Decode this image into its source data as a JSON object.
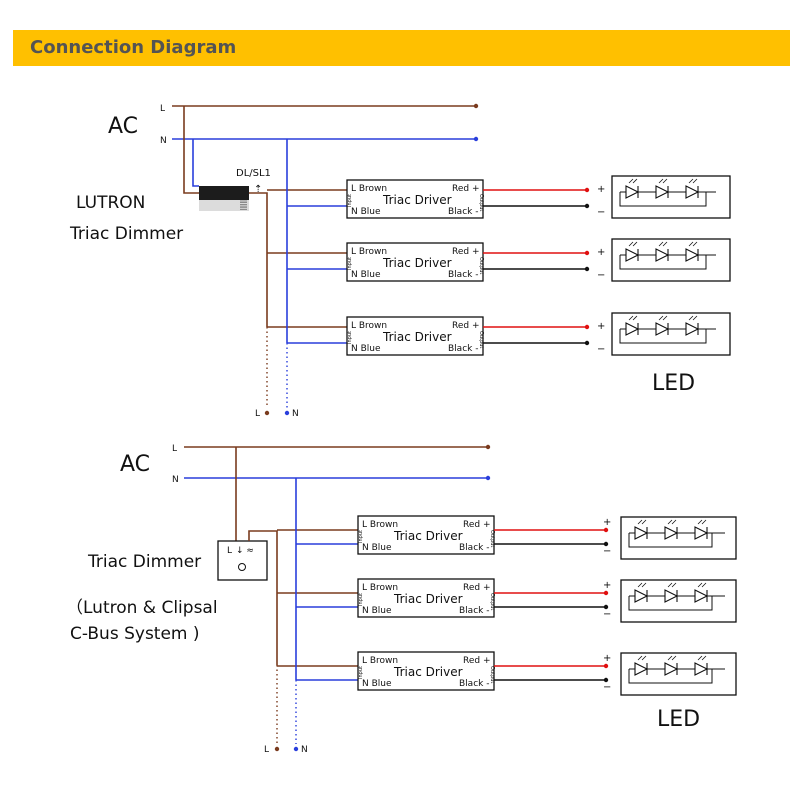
{
  "header": {
    "title": "Connection Diagram",
    "bg_color": "#ffc000"
  },
  "diagram1": {
    "ac_label": "AC",
    "line_label": "L",
    "neutral_label": "N",
    "dimmer_brand": "LUTRON",
    "dimmer_type": "Triac Dimmer",
    "dimmer_terminal": "DL/SL1",
    "led_label": "LED",
    "bottom_l": "L",
    "bottom_n": "N"
  },
  "diagram2": {
    "ac_label": "AC",
    "line_label": "L",
    "neutral_label": "N",
    "dimmer_type": "Triac Dimmer",
    "dimmer_note_1": "（Lutron & Clipsal",
    "dimmer_note_2": "C-Bus System )",
    "dimmer_terminal_l": "L",
    "led_label": "LED",
    "bottom_l": "L",
    "bottom_n": "N"
  },
  "driver": {
    "title": "Triac Driver",
    "in_l": "L Brown",
    "in_n": "N Blue",
    "out_pos": "Red +",
    "out_neg": "Black -",
    "input_tag": "Input",
    "output_tag": "Output"
  },
  "led": {
    "plus": "+",
    "minus": "−"
  },
  "colors": {
    "line": "#7a3b1e",
    "neutral": "#2a3fdc",
    "positive": "#e01010",
    "negative": "#111111"
  }
}
